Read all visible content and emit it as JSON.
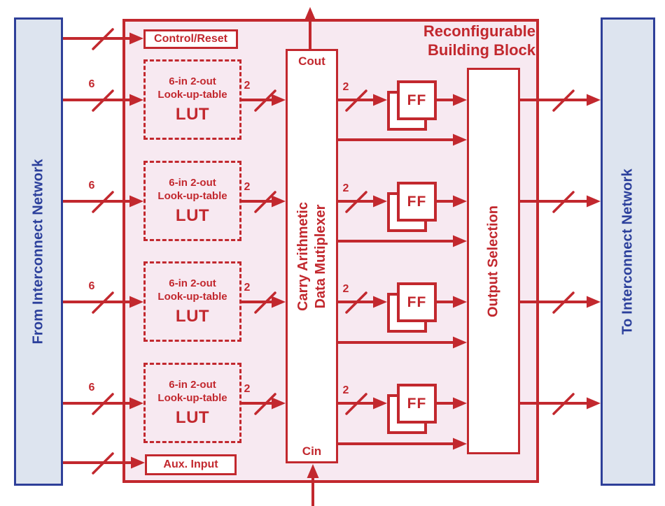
{
  "block": {
    "title_line1": "Reconfigurable",
    "title_line2": "Building Block"
  },
  "left_bar": {
    "label": "From Interconnect Network"
  },
  "right_bar": {
    "label": "To Interconnect Network"
  },
  "control_reset": {
    "label": "Control/Reset"
  },
  "aux_input": {
    "label": "Aux. Input"
  },
  "lut": {
    "line1": "6-in 2-out",
    "line2": "Look-up-table",
    "line3": "LUT"
  },
  "mux": {
    "cout": "Cout",
    "cin": "Cin",
    "line1": "Carry Arithmetic",
    "line2": "Data Mutiplexer"
  },
  "ff": {
    "label": "FF"
  },
  "output_selection": {
    "label": "Output Selection"
  },
  "buses": {
    "lut_in_width": "6",
    "pair_width": "2"
  },
  "colors": {
    "red": "#c2282e",
    "pink_fill": "#f7e9f1",
    "blue_fill": "#dde4ef",
    "blue_border": "#2e3f99",
    "blue_text": "#2b3f9b"
  }
}
